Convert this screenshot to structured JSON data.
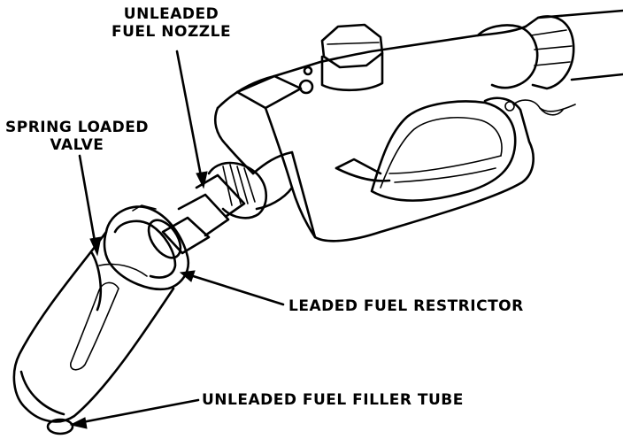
{
  "callouts": {
    "unleaded_nozzle": [
      "UNLEADED",
      "FUEL NOZZLE"
    ],
    "spring_valve": [
      "SPRING LOADED",
      "VALVE"
    ],
    "restrictor": "LEADED FUEL RESTRICTOR",
    "filler_tube": "UNLEADED FUEL FILLER TUBE"
  },
  "colors": {
    "ink": "#000000",
    "paper": "#ffffff"
  }
}
